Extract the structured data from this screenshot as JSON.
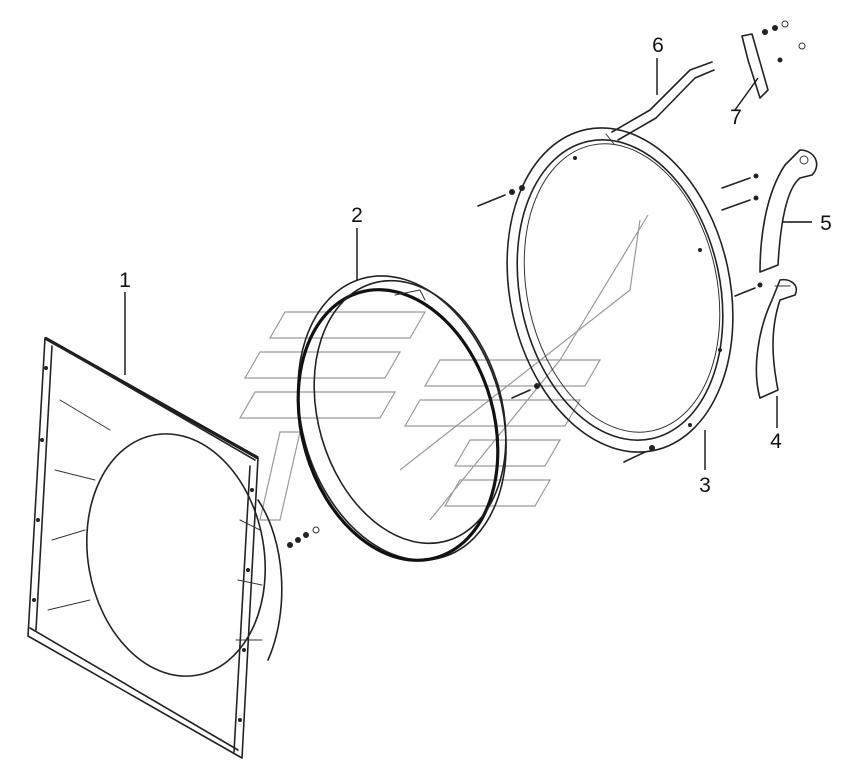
{
  "diagram": {
    "callouts": [
      {
        "id": "1",
        "label": "1"
      },
      {
        "id": "2",
        "label": "2"
      },
      {
        "id": "3",
        "label": "3"
      },
      {
        "id": "4",
        "label": "4"
      },
      {
        "id": "5",
        "label": "5"
      },
      {
        "id": "6",
        "label": "6"
      },
      {
        "id": "7",
        "label": "7"
      }
    ]
  },
  "colors": {
    "ink": "#222222",
    "watermark": "#9a9a9a",
    "background": "#ffffff"
  }
}
